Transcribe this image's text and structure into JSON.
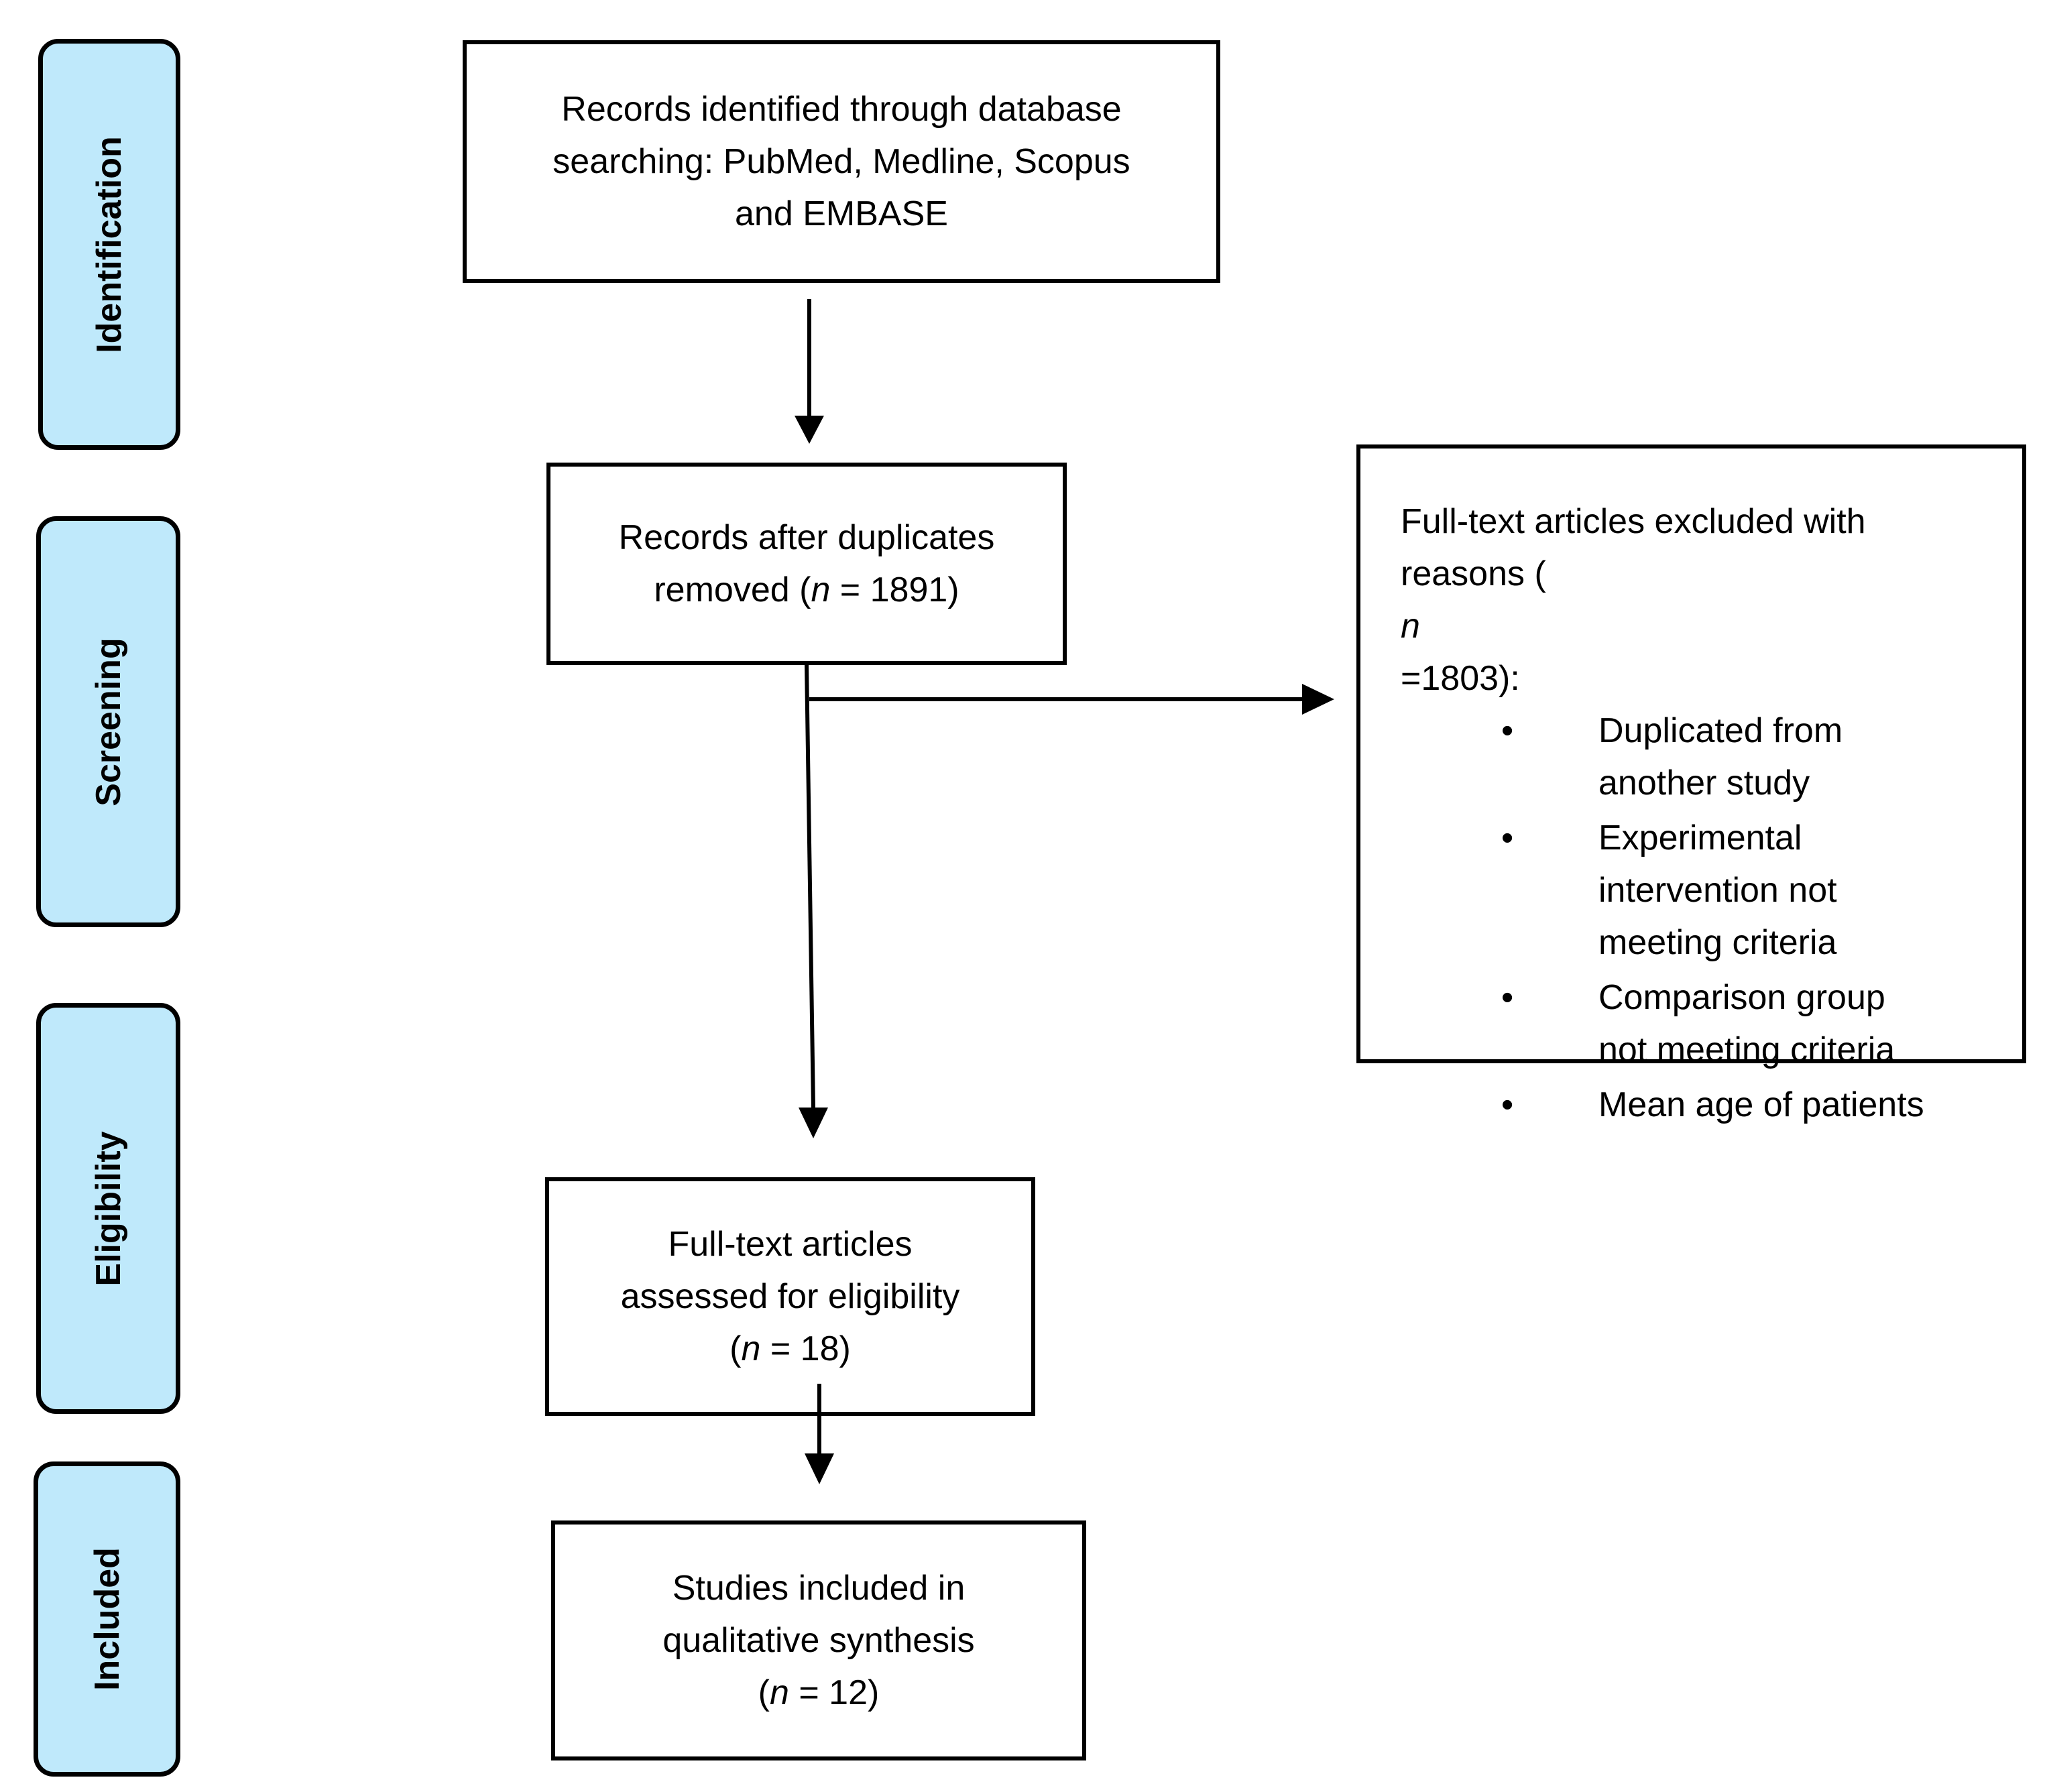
{
  "stages": [
    {
      "id": "identification",
      "label": "Identification"
    },
    {
      "id": "screening",
      "label": "Screening"
    },
    {
      "id": "eligibility",
      "label": "Eligibility"
    },
    {
      "id": "included",
      "label": "Included"
    }
  ],
  "boxes": {
    "identified": {
      "lines": [
        "Records identified through database",
        "searching: PubMed, Medline, Scopus",
        "and EMBASE"
      ]
    },
    "after_duplicates": {
      "lines": [
        "Records after duplicates"
      ],
      "n_prefix": "removed (",
      "n_symbol": "n",
      "n_suffix": " = 1891)"
    },
    "assessed": {
      "lines": [
        "Full-text articles",
        "assessed for eligibility"
      ],
      "n_prefix": "(",
      "n_symbol": "n",
      "n_suffix": " = 18)"
    },
    "included": {
      "lines": [
        "Studies included in",
        "qualitative synthesis"
      ],
      "n_prefix": "(",
      "n_symbol": "n",
      "n_suffix": " = 12)"
    },
    "excluded": {
      "title_line1": "Full-text articles excluded with",
      "title_prefix": "reasons (",
      "n_symbol": "n",
      "title_suffix": "=1803):",
      "reasons": [
        [
          "Duplicated from",
          "another study"
        ],
        [
          "Experimental",
          "intervention not",
          "meeting criteria"
        ],
        [
          "Comparison group",
          "not meeting criteria"
        ],
        [
          "Mean age of patients"
        ]
      ],
      "bullet": "•"
    }
  },
  "colors": {
    "stage_fill": "#bfe9fb",
    "stroke": "#000000"
  }
}
